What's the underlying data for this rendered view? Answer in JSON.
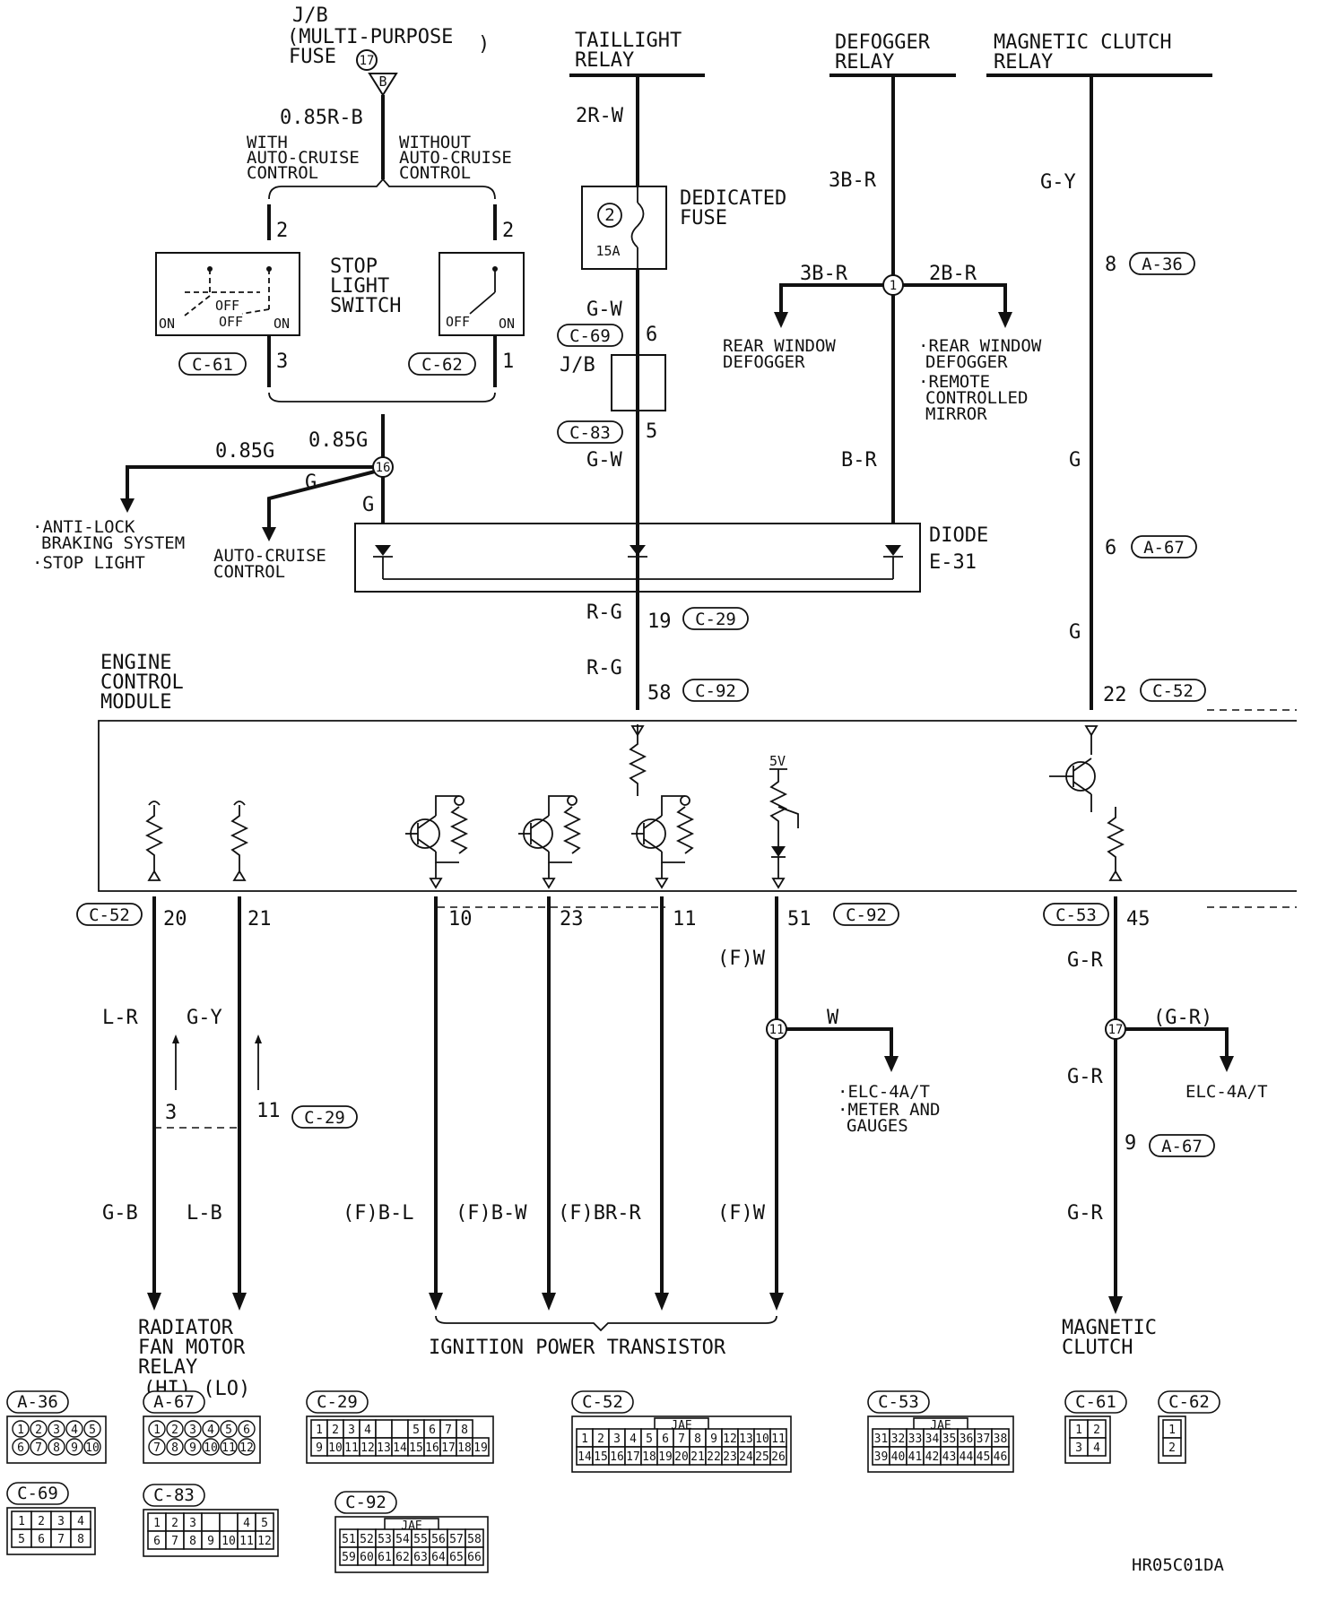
{
  "sources": {
    "jb_fuse": [
      "J/B",
      "(MULTI-PURPOSE",
      "FUSE",
      ")"
    ],
    "jb_fuse_number": "17",
    "fuse_terminal": "B",
    "taillight_relay": [
      "TAILLIGHT",
      "RELAY"
    ],
    "defogger_relay": [
      "DEFOGGER",
      "RELAY"
    ],
    "magnetic_clutch_relay": [
      "MAGNETIC CLUTCH",
      "RELAY"
    ]
  },
  "wires": {
    "w_085rb": "0.85R-B",
    "w_2rw": "2R-W",
    "w_3br_top": "3B-R",
    "w_gy_top": "G-Y",
    "w_3br_left": "3B-R",
    "w_2br": "2B-R",
    "w_gw1": "G-W",
    "w_gw2": "G-W",
    "w_br": "B-R",
    "w_g1": "G",
    "w_g2": "G",
    "w_085g_a": "0.85G",
    "w_085g_b": "0.85G",
    "w_g_cruise": "G",
    "w_g_diode": "G",
    "w_rg1": "R-G",
    "w_rg2": "R-G",
    "w_lr": "L-R",
    "w_gy_low": "G-Y",
    "w_gb": "G-B",
    "w_lb": "L-B",
    "w_fbl": "(F)B-L",
    "w_fbw": "(F)B-W",
    "w_fbrr": "(F)BR-R",
    "w_fw1": "(F)W",
    "w_fw2": "(F)W",
    "w_w": "W",
    "w_gr1": "G-R",
    "w_gr2": "G-R",
    "w_gr3": "G-R",
    "w_gr_branch": "(G-R)"
  },
  "components": {
    "with_cruise": [
      "WITH",
      "AUTO-CRUISE",
      "CONTROL"
    ],
    "without_cruise": [
      "WITHOUT",
      "AUTO-CRUISE",
      "CONTROL"
    ],
    "stop_light_switch": [
      "STOP",
      "LIGHT",
      "SWITCH"
    ],
    "sw_on": "ON",
    "sw_off": "OFF",
    "dedicated_fuse": [
      "DEDICATED",
      "FUSE"
    ],
    "fuse_no": "2",
    "fuse_amps": "15A",
    "jb": "J/B",
    "diode": [
      "DIODE",
      "E-31"
    ],
    "ecm": [
      "ENGINE",
      "CONTROL",
      "MODULE"
    ],
    "five_v": "5V"
  },
  "pins": {
    "p2a": "2",
    "p2b": "2",
    "p3": "3",
    "p1": "1",
    "p6": "6",
    "p5": "5",
    "p19": "19",
    "p58": "58",
    "p8": "8",
    "p6b": "6",
    "p22": "22",
    "p20": "20",
    "p21": "21",
    "p10": "10",
    "p23": "23",
    "p11": "11",
    "p51": "51",
    "p45": "45",
    "p3b": "3",
    "p11b": "11",
    "p9": "9"
  },
  "connectors": {
    "c61": "C-61",
    "c62": "C-62",
    "c69": "C-69",
    "c83": "C-83",
    "c29a": "C-29",
    "c92a": "C-92",
    "a36": "A-36",
    "a67a": "A-67",
    "c52a": "C-52",
    "c52b": "C-52",
    "c92b": "C-92",
    "c53": "C-53",
    "c29b": "C-29",
    "a67b": "A-67"
  },
  "nodes": {
    "n16": "16",
    "n1": "1",
    "n11": "11",
    "n17": "17"
  },
  "destinations": {
    "abs": [
      "·ANTI-LOCK",
      "BRAKING SYSTEM",
      "·STOP LIGHT"
    ],
    "auto_cruise": [
      "AUTO-CRUISE",
      "CONTROL"
    ],
    "rear_defogger": [
      "REAR WINDOW",
      "DEFOGGER"
    ],
    "rear_defogger_mirror": [
      "·REAR WINDOW",
      "DEFOGGER",
      "·REMOTE",
      "CONTROLLED",
      "MIRROR"
    ],
    "elc_meter": [
      "·ELC-4A/T",
      "·METER AND",
      "GAUGES"
    ],
    "elc": "ELC-4A/T",
    "radiator_fan": [
      "RADIATOR",
      "FAN MOTOR",
      "RELAY",
      "(HI)  (LO)"
    ],
    "ignition": "IGNITION POWER TRANSISTOR",
    "magnetic_clutch": [
      "MAGNETIC",
      "CLUTCH"
    ]
  },
  "legend": {
    "a36": {
      "label": "A-36",
      "rows": [
        [
          "1",
          "2",
          "3",
          "4",
          "5"
        ],
        [
          "6",
          "7",
          "8",
          "9",
          "10"
        ]
      ]
    },
    "a67": {
      "label": "A-67",
      "rows": [
        [
          "1",
          "2",
          "3",
          "4",
          "5",
          "6"
        ],
        [
          "7",
          "8",
          "9",
          "10",
          "11",
          "12"
        ]
      ]
    },
    "c29": {
      "label": "C-29",
      "rows": [
        [
          "1",
          "2",
          "3",
          "4",
          "",
          "",
          "5",
          "6",
          "7",
          "8"
        ],
        [
          "9",
          "10",
          "11",
          "12",
          "13",
          "14",
          "15",
          "16",
          "17",
          "18",
          "19"
        ]
      ]
    },
    "c52": {
      "label": "C-52",
      "header": "JAE",
      "rows": [
        [
          "1",
          "2",
          "3",
          "4",
          "5",
          "6",
          "7",
          "8",
          "9",
          "12",
          "13",
          "10",
          "11"
        ],
        [
          "14",
          "15",
          "16",
          "17",
          "18",
          "19",
          "20",
          "21",
          "22",
          "23",
          "24",
          "25",
          "26"
        ]
      ]
    },
    "c53": {
      "label": "C-53",
      "header": "JAE",
      "rows": [
        [
          "31",
          "32",
          "33",
          "34",
          "35",
          "36",
          "37",
          "38"
        ],
        [
          "39",
          "40",
          "41",
          "42",
          "43",
          "44",
          "45",
          "46"
        ]
      ]
    },
    "c61": {
      "label": "C-61",
      "rows": [
        [
          "1",
          "2"
        ],
        [
          "3",
          "4"
        ]
      ]
    },
    "c62": {
      "label": "C-62",
      "rows": [
        [
          "1"
        ],
        [
          "2"
        ]
      ]
    },
    "c69": {
      "label": "C-69",
      "rows": [
        [
          "1",
          "2",
          "3",
          "4"
        ],
        [
          "5",
          "6",
          "7",
          "8"
        ]
      ]
    },
    "c83": {
      "label": "C-83",
      "rows": [
        [
          "1",
          "2",
          "3",
          "",
          "",
          "4",
          "5"
        ],
        [
          "6",
          "7",
          "8",
          "9",
          "10",
          "11",
          "12"
        ]
      ]
    },
    "c92": {
      "label": "C-92",
      "header": "JAE",
      "rows": [
        [
          "51",
          "52",
          "53",
          "54",
          "55",
          "56",
          "57",
          "58"
        ],
        [
          "59",
          "60",
          "61",
          "62",
          "63",
          "64",
          "65",
          "66"
        ]
      ]
    }
  },
  "code": "HR05C01DA"
}
